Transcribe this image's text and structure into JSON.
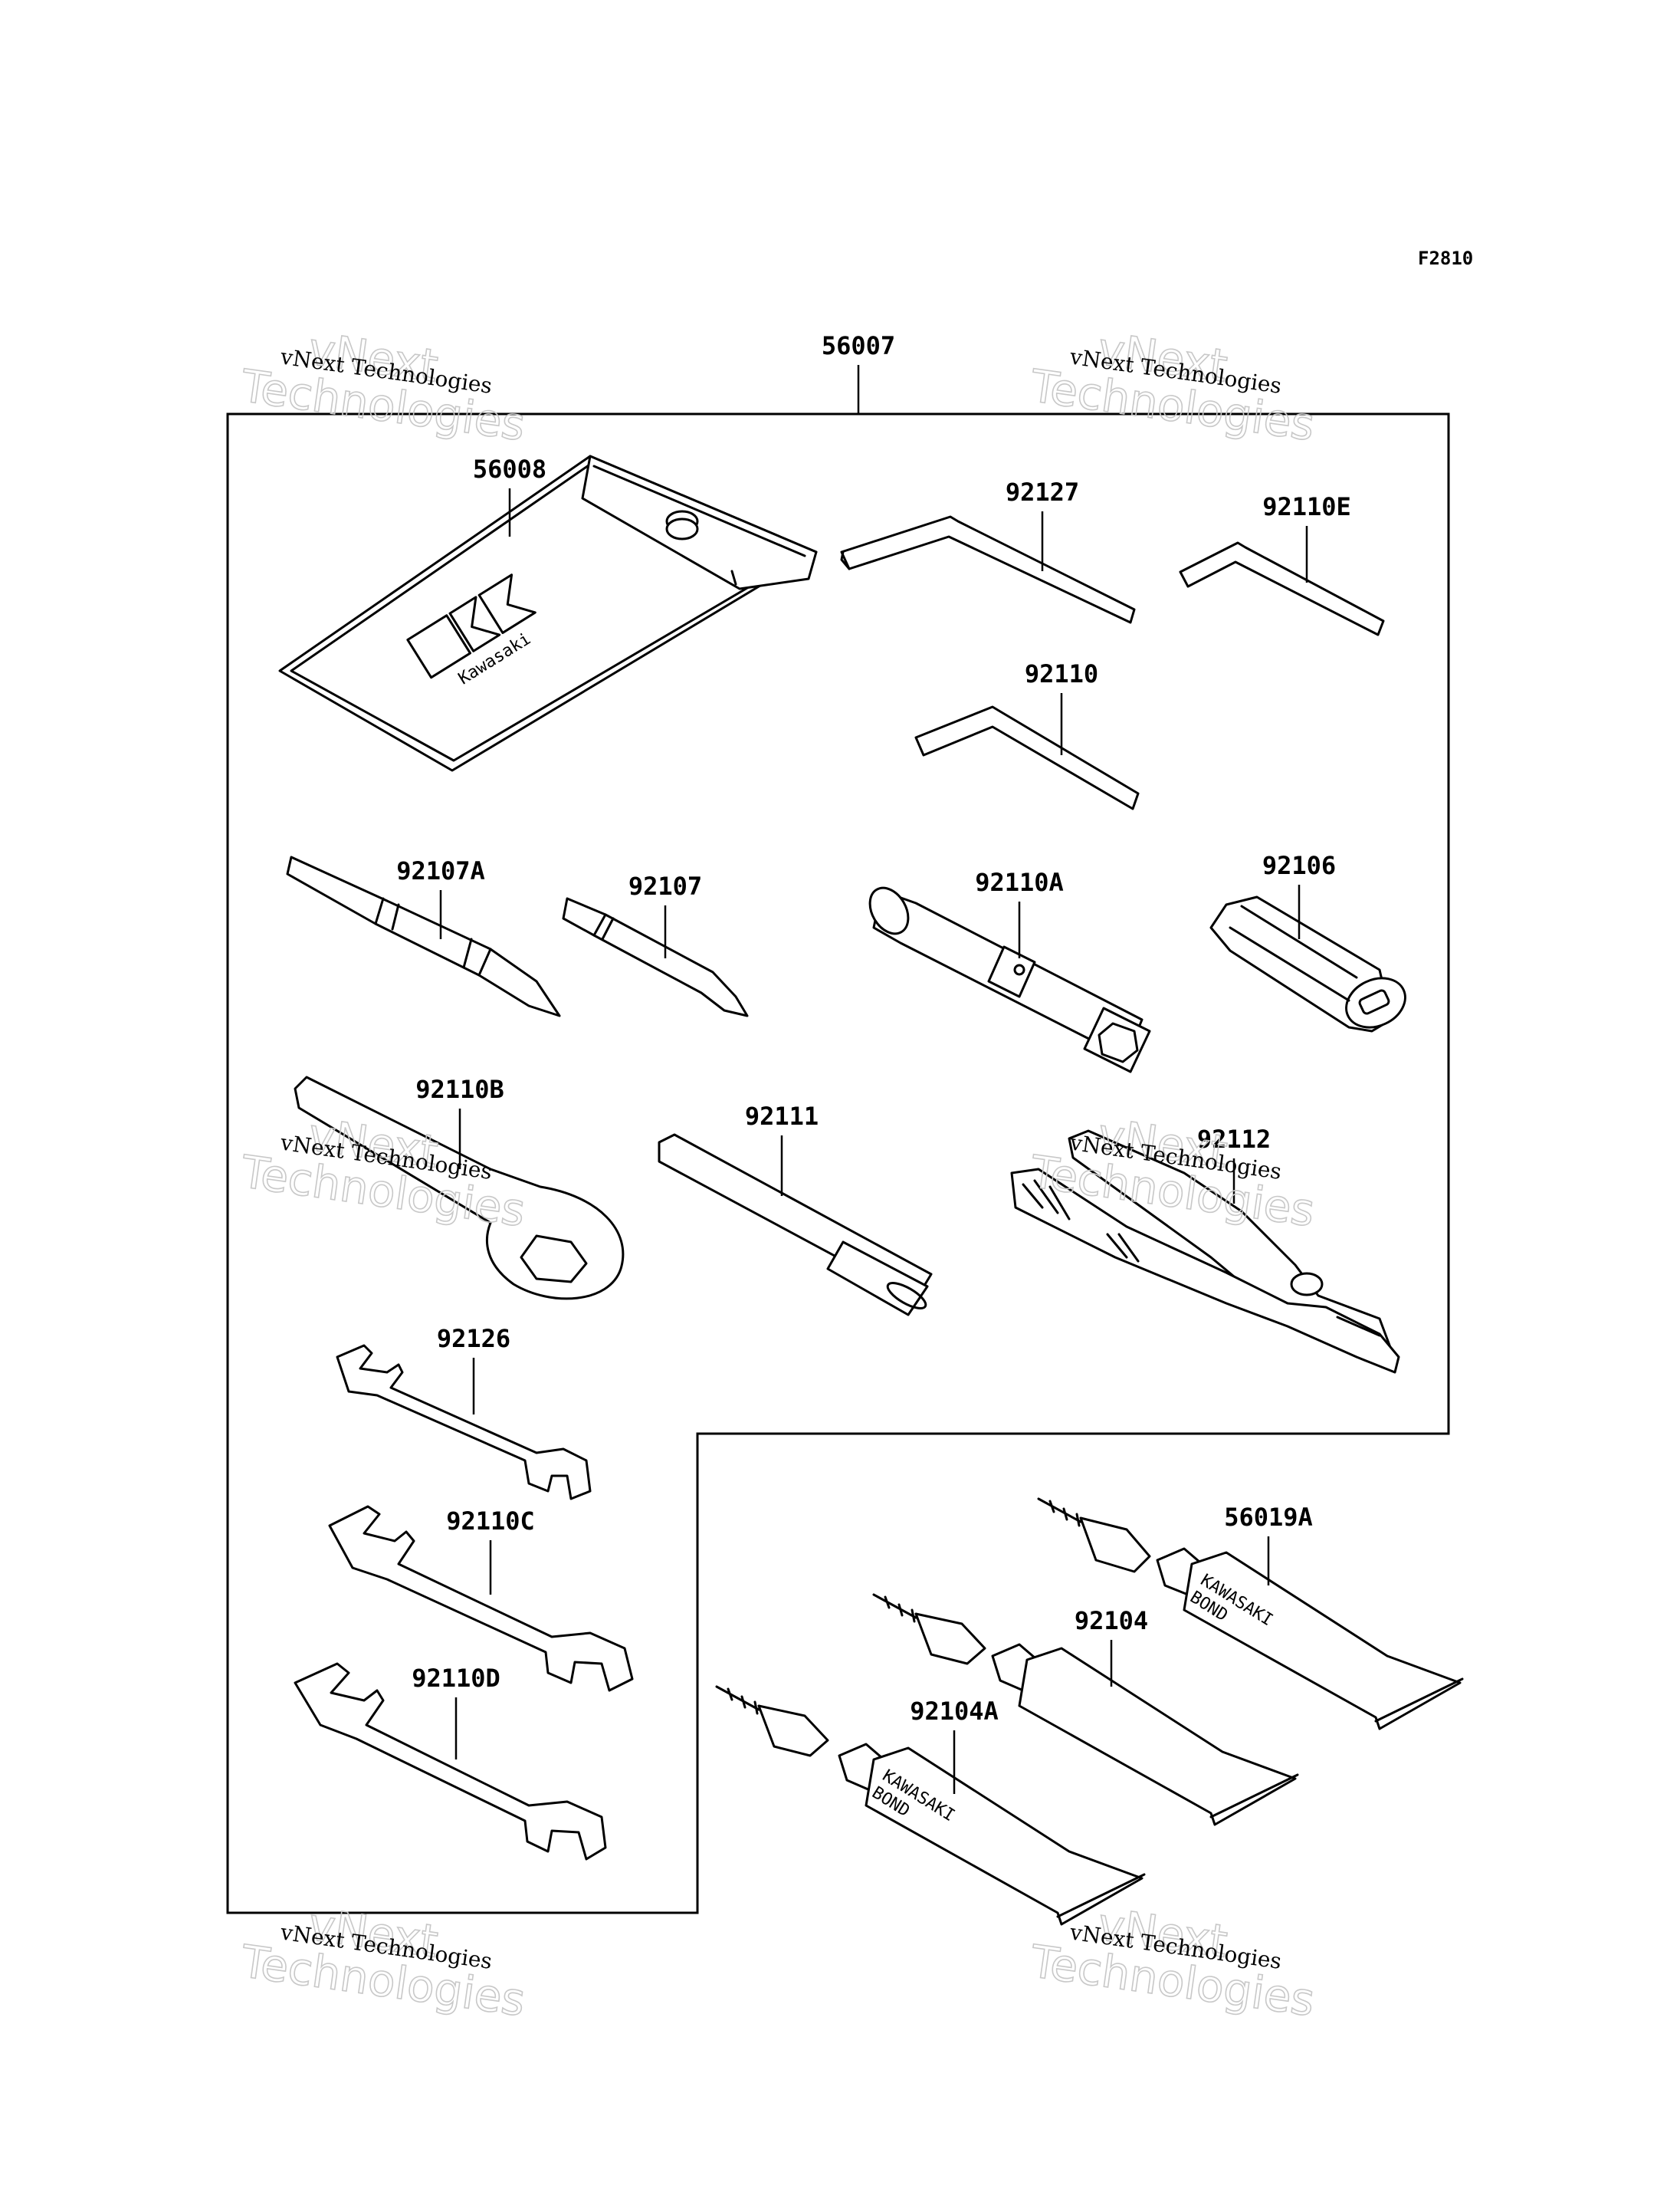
{
  "figure_code": "F2810",
  "watermark": {
    "line1": "vNext Technologies",
    "big_line1": "vNext",
    "big_line2": "Technologies"
  },
  "parts": [
    {
      "id": "56007"
    },
    {
      "id": "56008"
    },
    {
      "id": "92127"
    },
    {
      "id": "92110E"
    },
    {
      "id": "92110"
    },
    {
      "id": "92107A"
    },
    {
      "id": "92107"
    },
    {
      "id": "92110A"
    },
    {
      "id": "92106"
    },
    {
      "id": "92110B"
    },
    {
      "id": "92111"
    },
    {
      "id": "92112"
    },
    {
      "id": "92126"
    },
    {
      "id": "92110C"
    },
    {
      "id": "92110D"
    },
    {
      "id": "56019A"
    },
    {
      "id": "92104"
    },
    {
      "id": "92104A"
    }
  ],
  "printed_text": {
    "pouch_brand": "Kawasaki",
    "tube_line1": "KAWASAKI",
    "tube_line2": "BOND"
  }
}
